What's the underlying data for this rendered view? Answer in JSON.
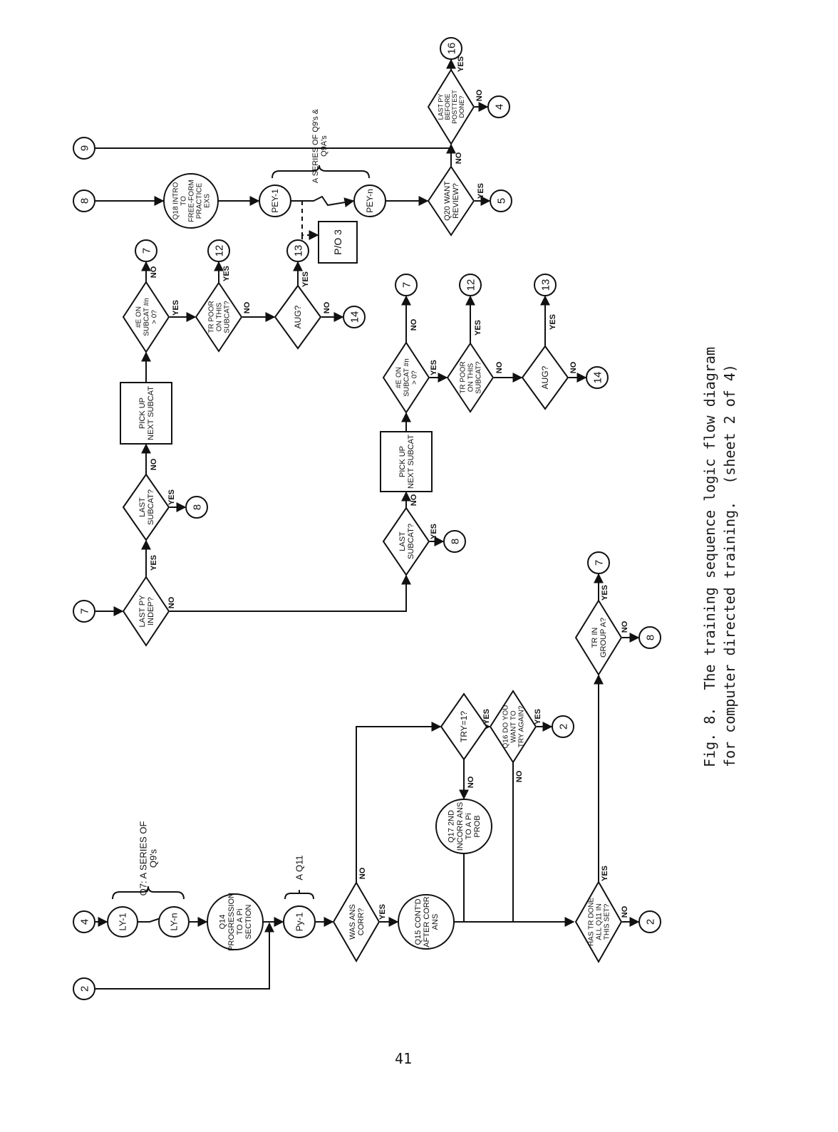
{
  "caption": {
    "line1": "Fig. 8.  The training sequence logic flow diagram",
    "line2": "for computer directed training.  (sheet 2 of 4)"
  },
  "page_number": "41",
  "nodes": {
    "c2_in": "2",
    "c4_in": "4",
    "ly1": "LY-1",
    "lyn": "LY-n",
    "q7_label": "Q7: A SERIES OF Q9's",
    "q14": "Q14 PROGRESSION TO A Pi SECTION",
    "py1": "Py-1",
    "q11_label": "A Q11",
    "was_ans_corr": "WAS ANS CORR?",
    "q15": "Q15 CONT'D AFTER CORR ANS",
    "q17": "Q17 2ND INCORR ANS TO A Pi PROB",
    "try1": "TRY=1?",
    "q16": "Q16 DO YOU WANT TO TRY AGAIN?",
    "c2_q16": "2",
    "has_tr_done": "HAS TR DONE ALL Q11 IN THIS SET?",
    "c2_hastr": "2",
    "tr_group_a": "TR IN GROUP A?",
    "c7_grp": "7",
    "c8_grp": "8",
    "c7_in": "7",
    "last_py_indep": "LAST PY INDEP?",
    "last_subcat_top": "LAST SUBCAT?",
    "c8_top": "8",
    "pick_top": "PICK UP NEXT SUBCAT",
    "ne_top": "#E ON SUBCAT #n > 0?",
    "c7_top": "7",
    "tr_poor_top": "TR POOR ON THIS SUBCAT?",
    "c12_top": "12",
    "aug_top": "AUG?",
    "c13_top": "13",
    "c14_top": "14",
    "last_subcat_bot": "LAST SUBCAT?",
    "c8_bot": "8",
    "pick_bot": "PICK UP NEXT SUBCAT",
    "ne_bot": "#E ON SUBCAT #n > 0?",
    "c7_bot": "7",
    "tr_poor_bot": "TR POOR ON THIS SUBCAT?",
    "c12_bot": "12",
    "aug_bot": "AUG?",
    "c13_bot": "13",
    "c14_bot": "14",
    "c8_in": "8",
    "c9_in": "9",
    "q18": "Q18 INTRO TO FREE-FORM PRACTICE EXS",
    "pey1": "PEY-1",
    "peyn": "PEY-n",
    "q9_series_label": "A SERIES OF Q9's & Q9A's",
    "po3": "P/O 3",
    "c13_pey": "13",
    "q20": "Q20 WANT REVIEW?",
    "c5": "5",
    "last_py_post": "LAST PY BEFORE POSTTEST DONE?",
    "c4_out": "4",
    "c16": "16"
  },
  "labels": {
    "yes": "YES",
    "no": "NO"
  }
}
